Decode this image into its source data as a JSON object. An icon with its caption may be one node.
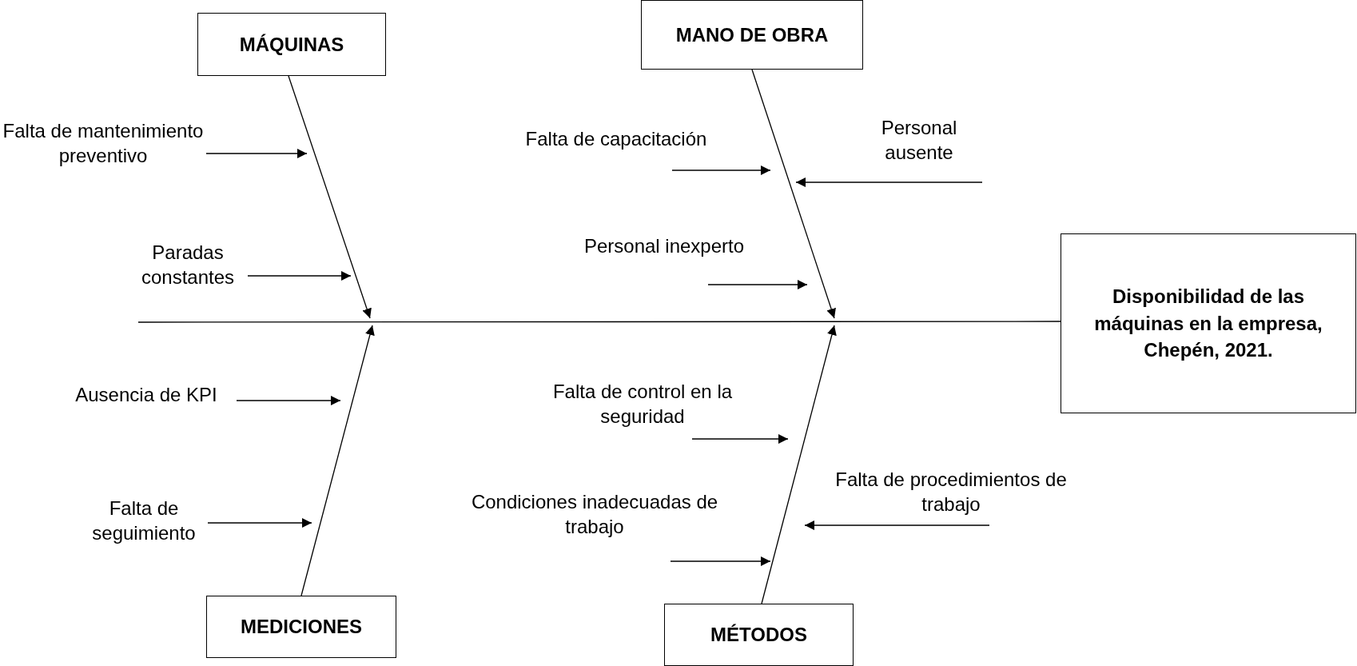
{
  "diagram": {
    "nodes": [
      {
        "text": [
          "MÁQUINAS"
        ]
      },
      {
        "text": [
          "MANO DE OBRA"
        ]
      },
      {
        "text": [
          "Falta de mantenimiento preventivo"
        ]
      },
      {
        "text": [
          "Falta de capacitación"
        ]
      },
      {
        "text": [
          "Personal ausente"
        ]
      },
      {
        "text": [
          "Paradas constantes"
        ]
      },
      {
        "text": [
          "Personal inexperto"
        ]
      },
      {
        "text": [
          "Disponibilidad de las máquinas en la empresa, Chepén, 2021."
        ]
      },
      {
        "text": [
          "Ausencia de KPI"
        ]
      },
      {
        "text": [
          "Falta de control en la seguridad"
        ]
      },
      {
        "text": [
          "Falta de procedimientos de trabajo"
        ]
      },
      {
        "text": [
          "Falta de seguimiento"
        ]
      },
      {
        "text": [
          "Condiciones inadecuadas de trabajo"
        ]
      },
      {
        "text": [
          "MEDICIONES"
        ]
      },
      {
        "text": [
          "MÉTODOS"
        ]
      }
    ],
    "edges": [
      {
        "from": null,
        "to": 7,
        "arrow": "none"
      },
      {
        "from": 0,
        "to": null,
        "arrow": "to"
      },
      {
        "from": 1,
        "to": null,
        "arrow": "to"
      },
      {
        "from": 13,
        "to": null,
        "arrow": "to"
      },
      {
        "from": 14,
        "to": null,
        "arrow": "to"
      },
      {
        "from": 2,
        "to": null,
        "arrow": "to"
      },
      {
        "from": 5,
        "to": null,
        "arrow": "to"
      },
      {
        "from": 3,
        "to": null,
        "arrow": "to"
      },
      {
        "from": 4,
        "to": null,
        "arrow": "to"
      },
      {
        "from": 6,
        "to": null,
        "arrow": "to"
      },
      {
        "from": 8,
        "to": null,
        "arrow": "to"
      },
      {
        "from": 11,
        "to": null,
        "arrow": "to"
      },
      {
        "from": 9,
        "to": null,
        "arrow": "to"
      },
      {
        "from": 10,
        "to": null,
        "arrow": "to"
      },
      {
        "from": 12,
        "to": null,
        "arrow": "to"
      }
    ]
  }
}
